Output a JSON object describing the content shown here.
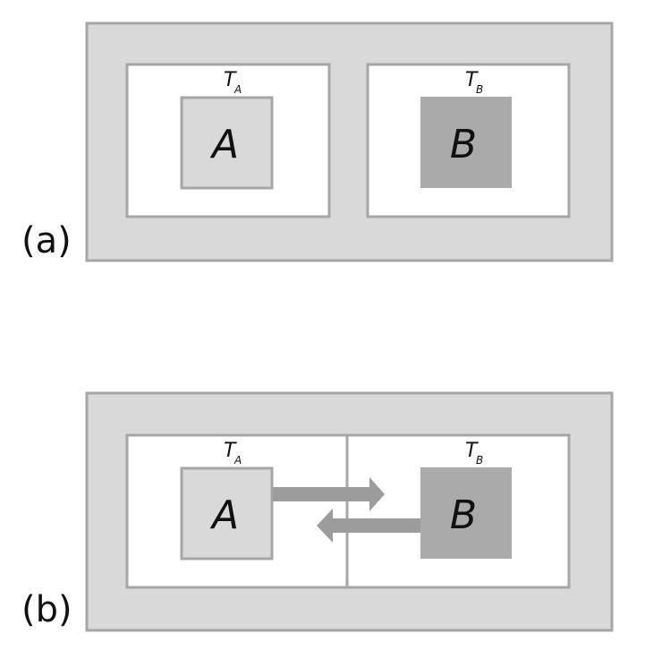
{
  "panels": [
    {
      "label": "(a)",
      "left_temp": {
        "main": "T",
        "sub": "A"
      },
      "right_temp": {
        "main": "T",
        "sub": "B"
      },
      "body_a": "A",
      "body_b": "B"
    },
    {
      "label": "(b)",
      "left_temp": {
        "main": "T",
        "sub": "A"
      },
      "right_temp": {
        "main": "T",
        "sub": "B"
      },
      "body_a": "A",
      "body_b": "B"
    }
  ],
  "colors": {
    "outer_fill": "#d9d9d9",
    "frame_stroke": "#a6a6a6",
    "inner_fill": "#ffffff",
    "body_a_fill": "#d9d9d9",
    "body_b_fill": "#aaaaaa",
    "arrow": "#9c9c9c"
  }
}
